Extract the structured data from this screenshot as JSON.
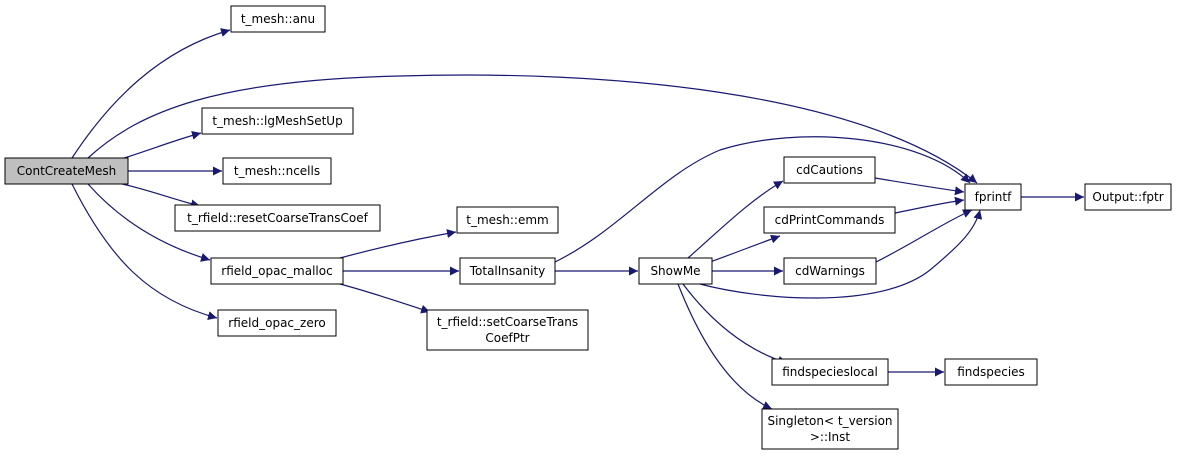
{
  "diagram": {
    "type": "call-graph",
    "nodes": {
      "cont_create_mesh": "ContCreateMesh",
      "anu": "t_mesh::anu",
      "lgmeshsetup": "t_mesh::lgMeshSetUp",
      "ncells": "t_mesh::ncells",
      "reset_coarse": "t_rfield::resetCoarseTransCoef",
      "rfield_opac_malloc": "rfield_opac_malloc",
      "rfield_opac_zero": "rfield_opac_zero",
      "emm": "t_mesh::emm",
      "total_insanity": "TotalInsanity",
      "set_coarse_line1": "t_rfield::setCoarseTrans",
      "set_coarse_line2": "CoefPtr",
      "show_me": "ShowMe",
      "cd_cautions": "cdCautions",
      "cd_print_commands": "cdPrintCommands",
      "cd_warnings": "cdWarnings",
      "findspecieslocal": "findspecieslocal",
      "singleton_line1": "Singleton< t_version",
      "singleton_line2": ">::Inst",
      "fprintf": "fprintf",
      "findspecies": "findspecies",
      "output_fptr": "Output::fptr"
    },
    "edges": [
      [
        "ContCreateMesh",
        "t_mesh::anu"
      ],
      [
        "ContCreateMesh",
        "fprintf"
      ],
      [
        "ContCreateMesh",
        "t_mesh::lgMeshSetUp"
      ],
      [
        "ContCreateMesh",
        "t_mesh::ncells"
      ],
      [
        "ContCreateMesh",
        "t_rfield::resetCoarseTransCoef"
      ],
      [
        "ContCreateMesh",
        "rfield_opac_malloc"
      ],
      [
        "ContCreateMesh",
        "rfield_opac_zero"
      ],
      [
        "rfield_opac_malloc",
        "t_mesh::emm"
      ],
      [
        "rfield_opac_malloc",
        "TotalInsanity"
      ],
      [
        "rfield_opac_malloc",
        "t_rfield::setCoarseTransCoefPtr"
      ],
      [
        "TotalInsanity",
        "fprintf"
      ],
      [
        "TotalInsanity",
        "ShowMe"
      ],
      [
        "ShowMe",
        "cdCautions"
      ],
      [
        "ShowMe",
        "cdPrintCommands"
      ],
      [
        "ShowMe",
        "cdWarnings"
      ],
      [
        "ShowMe",
        "fprintf"
      ],
      [
        "ShowMe",
        "findspecieslocal"
      ],
      [
        "ShowMe",
        "Singleton< t_version >::Inst"
      ],
      [
        "cdCautions",
        "fprintf"
      ],
      [
        "cdPrintCommands",
        "fprintf"
      ],
      [
        "cdWarnings",
        "fprintf"
      ],
      [
        "findspecieslocal",
        "findspecies"
      ],
      [
        "fprintf",
        "Output::fptr"
      ]
    ],
    "colors": {
      "edge": "#191970",
      "root_fill": "#bfbfbf",
      "node_fill": "#ffffff",
      "node_border": "#000000"
    }
  }
}
